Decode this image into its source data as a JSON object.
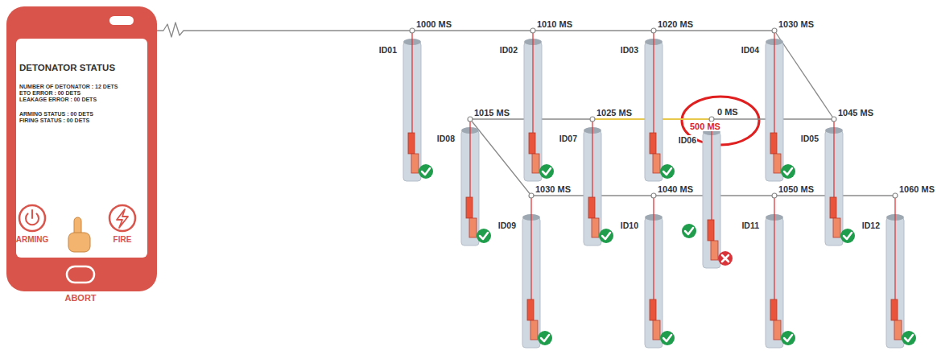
{
  "diagram": {
    "nodes": [
      {
        "text": [
          "DETONATOR STATUS",
          "NUMBER OF DETONATOR : 12 DETS",
          "ETO ERROR : 00 DETS",
          "LEAKAGE ERROR : 00 DETS",
          "ARMING STATUS : 00 DETS",
          "FIRING STATUS : 00 DETS"
        ]
      },
      {
        "text": [
          "ARMING"
        ],
        "in": 0
      },
      {
        "text": [
          "FIRE"
        ],
        "in": 0
      },
      {
        "text": [
          "ABORT"
        ],
        "in": 0
      },
      {
        "text": [
          "ID01",
          "1000 MS"
        ]
      },
      {
        "text": [
          "ID02",
          "1010 MS"
        ]
      },
      {
        "text": [
          "ID03",
          "1020 MS"
        ]
      },
      {
        "text": [
          "ID04",
          "1030 MS"
        ]
      },
      {
        "text": [
          "ID08",
          "1015 MS"
        ]
      },
      {
        "text": [
          "ID07",
          "1025 MS"
        ]
      },
      {
        "text": [
          "ID06",
          "0 MS",
          "500 MS"
        ]
      },
      {
        "text": [
          "ID05",
          "1045 MS"
        ]
      },
      {
        "text": [
          "ID09",
          "1030 MS"
        ]
      },
      {
        "text": [
          "ID10",
          "1040 MS"
        ]
      },
      {
        "text": [
          "ID11",
          "1050 MS"
        ]
      },
      {
        "text": [
          "ID12",
          "1060 MS"
        ]
      }
    ],
    "edges": [
      {
        "from": 0,
        "to": 4,
        "arrow": "none"
      },
      {
        "from": 4,
        "to": 5,
        "arrow": "none"
      },
      {
        "from": 5,
        "to": 6,
        "arrow": "none"
      },
      {
        "from": 6,
        "to": 7,
        "arrow": "none"
      },
      {
        "from": 7,
        "to": 11,
        "arrow": "none"
      },
      {
        "from": 8,
        "to": 9,
        "arrow": "none"
      },
      {
        "from": 9,
        "to": 10,
        "arrow": "none"
      },
      {
        "from": 10,
        "to": 11,
        "arrow": "none"
      },
      {
        "from": 8,
        "to": 12,
        "arrow": "none"
      },
      {
        "from": 12,
        "to": 13,
        "arrow": "none"
      },
      {
        "from": 13,
        "to": 14,
        "arrow": "none"
      },
      {
        "from": 14,
        "to": 15,
        "arrow": "none"
      }
    ]
  }
}
